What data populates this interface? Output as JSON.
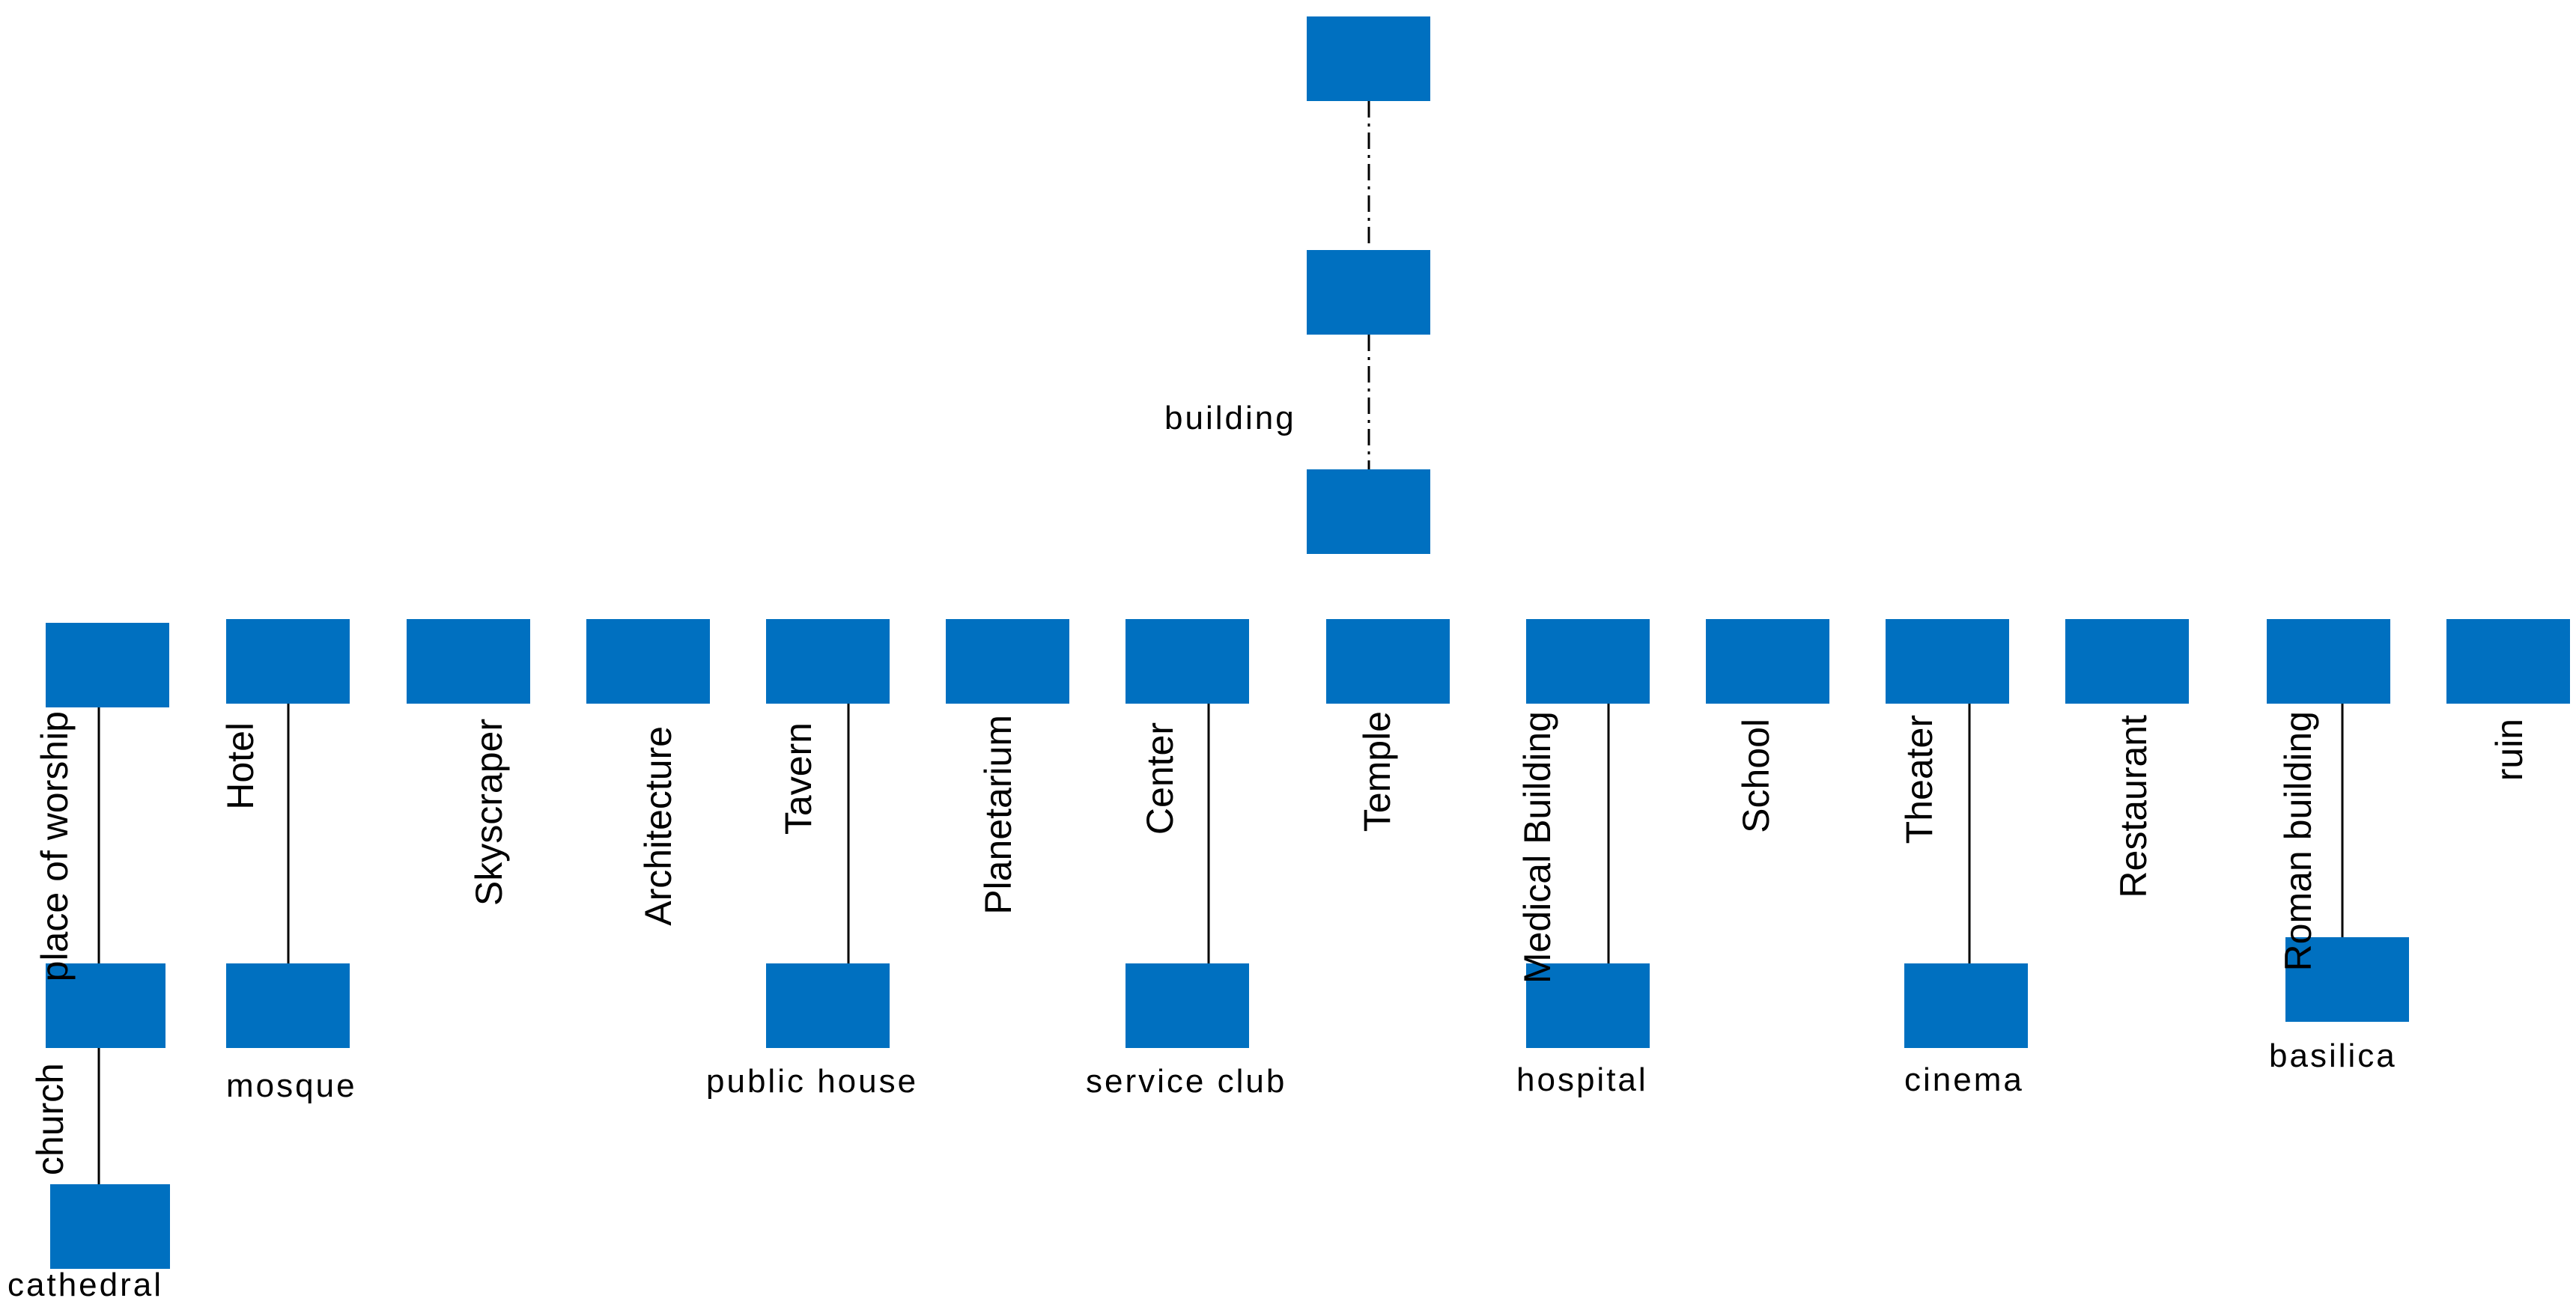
{
  "colors": {
    "node_fill": "#0070c0",
    "line": "#000000",
    "background": "#ffffff"
  },
  "diagram": {
    "top_label": "building",
    "categories": {
      "place_of_worship": "place of worship",
      "hotel": "Hotel",
      "skyscraper": "Skyscraper",
      "architecture": "Architecture",
      "tavern": "Tavern",
      "planetarium": "Planetarium",
      "center": "Center",
      "temple": "Temple",
      "medical_building": "Medical Building",
      "school": "School",
      "theater": "Theater",
      "restaurant": "Restaurant",
      "roman_building": "Roman building",
      "ruin": "ruin"
    },
    "children": {
      "church": "church",
      "cathedral": "cathedral",
      "mosque": "mosque",
      "public_house": "public house",
      "service_club": "service club",
      "hospital": "hospital",
      "cinema": "cinema",
      "basilica": "basilica"
    }
  }
}
